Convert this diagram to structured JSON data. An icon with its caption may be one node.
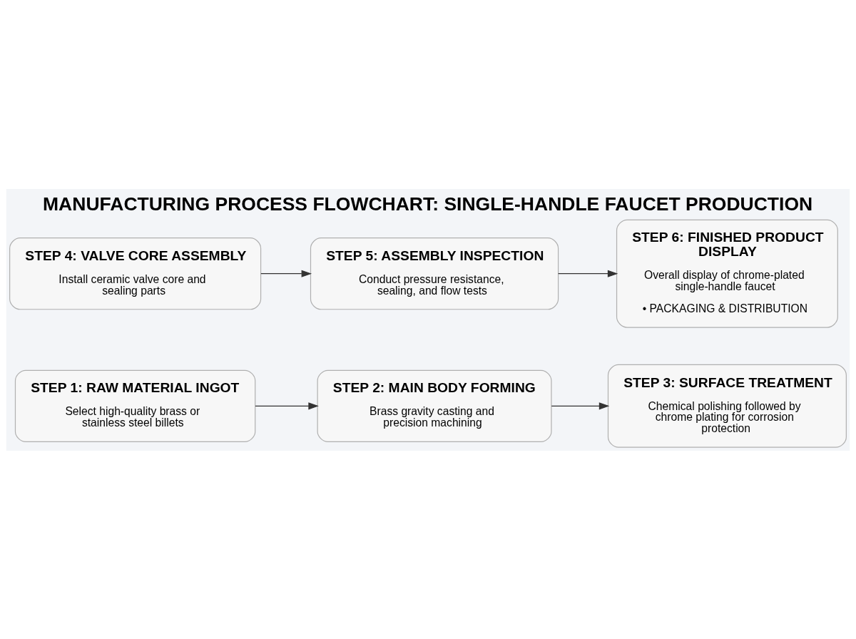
{
  "diagram": {
    "title": "MANUFACTURING PROCESS FLOWCHART: SINGLE-HANDLE FAUCET PRODUCTION",
    "nodes": [
      {
        "text": [
          "STEP 1: RAW MATERIAL INGOT",
          "Select high-quality brass or stainless steel billets"
        ]
      },
      {
        "text": [
          "STEP 2: MAIN BODY FORMING",
          "Brass gravity casting and precision machining"
        ]
      },
      {
        "text": [
          "STEP 3: SURFACE TREATMENT",
          "Chemical polishing followed by chrome plating for corrosion protection"
        ]
      },
      {
        "text": [
          "STEP 4: VALVE CORE ASSEMBLY",
          "Install ceramic valve core and sealing parts"
        ]
      },
      {
        "text": [
          "STEP 5: ASSEMBLY INSPECTION",
          "Conduct pressure resistance, sealing, and flow tests"
        ]
      },
      {
        "text": [
          "STEP 6: FINISHED PRODUCT DISPLAY",
          "Overall display of chrome-plated single-handle faucet",
          "• PACKAGING & DISTRIBUTION"
        ]
      }
    ],
    "edges": [
      {
        "from": 0,
        "to": 1,
        "arrow": "to"
      },
      {
        "from": 1,
        "to": 2,
        "arrow": "to"
      },
      {
        "from": 3,
        "to": 4,
        "arrow": "to"
      },
      {
        "from": 4,
        "to": 5,
        "arrow": "to"
      }
    ]
  }
}
